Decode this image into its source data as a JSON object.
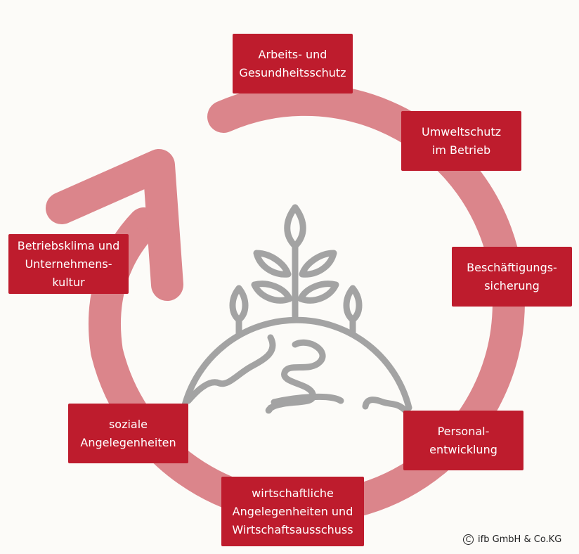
{
  "colors": {
    "box": "#BE1C2D",
    "ring": "#DB858B",
    "icon": "#A3A3A3",
    "background": "#FCFBF8"
  },
  "topics": [
    {
      "id": "arbeitsschutz",
      "label": "Arbeits- und\nGesundheitsschutz"
    },
    {
      "id": "umweltschutz",
      "label": "Umweltschutz\nim Betrieb"
    },
    {
      "id": "beschaeftigung",
      "label": "Beschäftigungs-\nsicherung"
    },
    {
      "id": "personal",
      "label": "Personal-\nentwicklung"
    },
    {
      "id": "wirtschaft",
      "label": "wirtschaftliche\nAngelegenheiten und\nWirtschaftsausschuss"
    },
    {
      "id": "sozial",
      "label": "soziale\nAngelegenheiten"
    },
    {
      "id": "betriebsklima",
      "label": "Betriebsklima und\nUnternehmens-\nkultur"
    }
  ],
  "center_icon": "globe-with-plant-icon",
  "copyright": {
    "symbol": "C",
    "text": "ifb GmbH & Co.KG"
  }
}
